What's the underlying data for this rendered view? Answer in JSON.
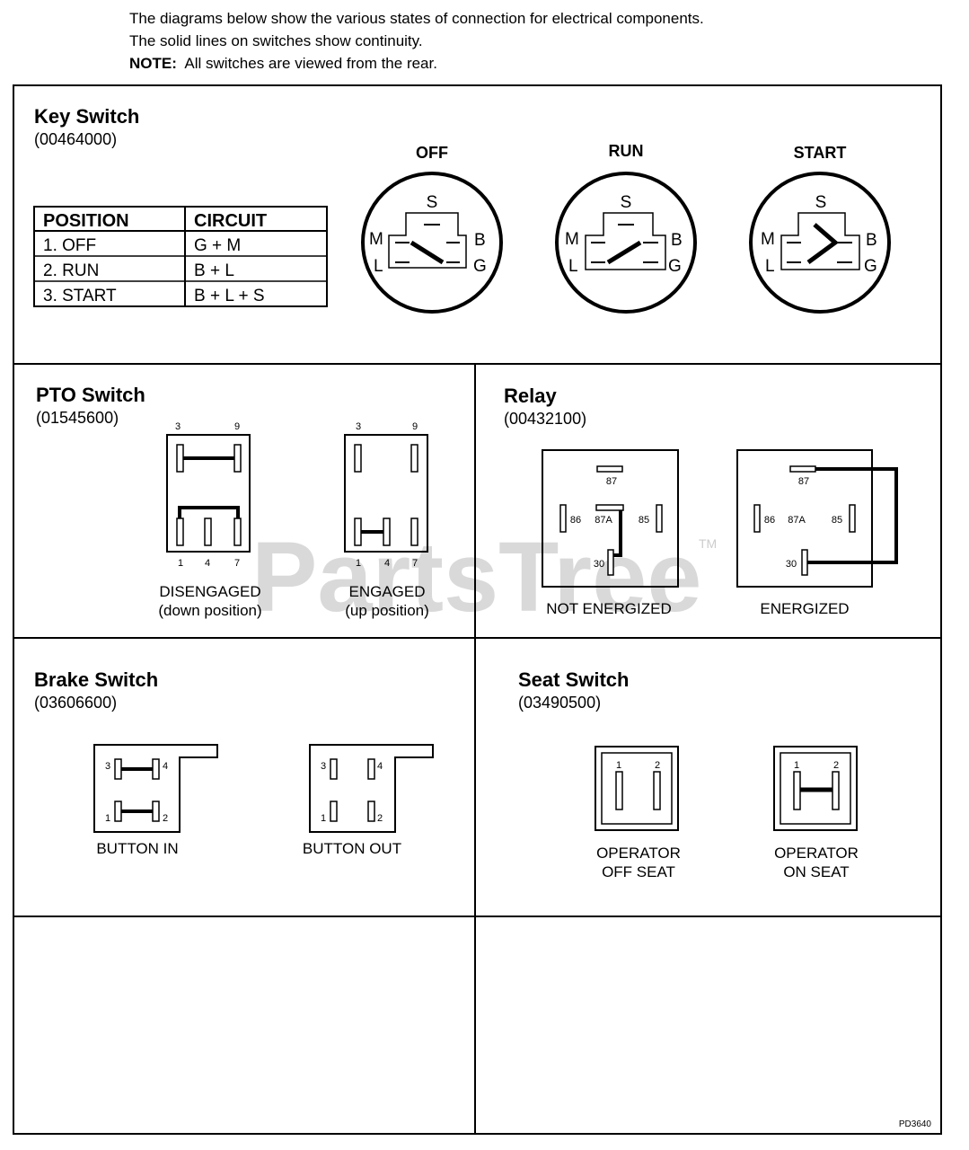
{
  "intro": {
    "line1": "The diagrams below show the various states of connection for electrical components.",
    "line2": "The solid lines on switches show continuity.",
    "note_label": "NOTE:",
    "note_text": "All switches are viewed from the rear."
  },
  "key_switch": {
    "title": "Key Switch",
    "part": "(00464000)",
    "table": {
      "headers": [
        "POSITION",
        "CIRCUIT"
      ],
      "rows": [
        [
          "1. OFF",
          "G + M"
        ],
        [
          "2. RUN",
          "B + L"
        ],
        [
          "3. START",
          "B + L + S"
        ]
      ]
    },
    "states": [
      "OFF",
      "RUN",
      "START"
    ],
    "terminals": {
      "s": "S",
      "m": "M",
      "l": "L",
      "b": "B",
      "g": "G"
    }
  },
  "pto_switch": {
    "title": "PTO Switch",
    "part": "(01545600)",
    "pins_top": [
      "3",
      "9"
    ],
    "pins_bottom": [
      "1",
      "4",
      "7"
    ],
    "states": [
      {
        "line1": "DISENGAGED",
        "line2": "(down position)"
      },
      {
        "line1": "ENGAGED",
        "line2": "(up position)"
      }
    ]
  },
  "relay": {
    "title": "Relay",
    "part": "(00432100)",
    "pins": {
      "p87": "87",
      "p87a": "87A",
      "p86": "86",
      "p85": "85",
      "p30": "30"
    },
    "states": [
      "NOT ENERGIZED",
      "ENERGIZED"
    ]
  },
  "brake_switch": {
    "title": "Brake  Switch",
    "part": "(03606600)",
    "pins": {
      "p1": "1",
      "p2": "2",
      "p3": "3",
      "p4": "4"
    },
    "states": [
      "BUTTON IN",
      "BUTTON OUT"
    ]
  },
  "seat_switch": {
    "title": "Seat Switch",
    "part": "(03490500)",
    "pins": {
      "p1": "1",
      "p2": "2"
    },
    "states": [
      {
        "line1": "OPERATOR",
        "line2": "OFF SEAT"
      },
      {
        "line1": "OPERATOR",
        "line2": "ON SEAT"
      }
    ]
  },
  "watermark": {
    "text": "PartsTree",
    "tm": "TM"
  },
  "drawing_number": "PD3640"
}
